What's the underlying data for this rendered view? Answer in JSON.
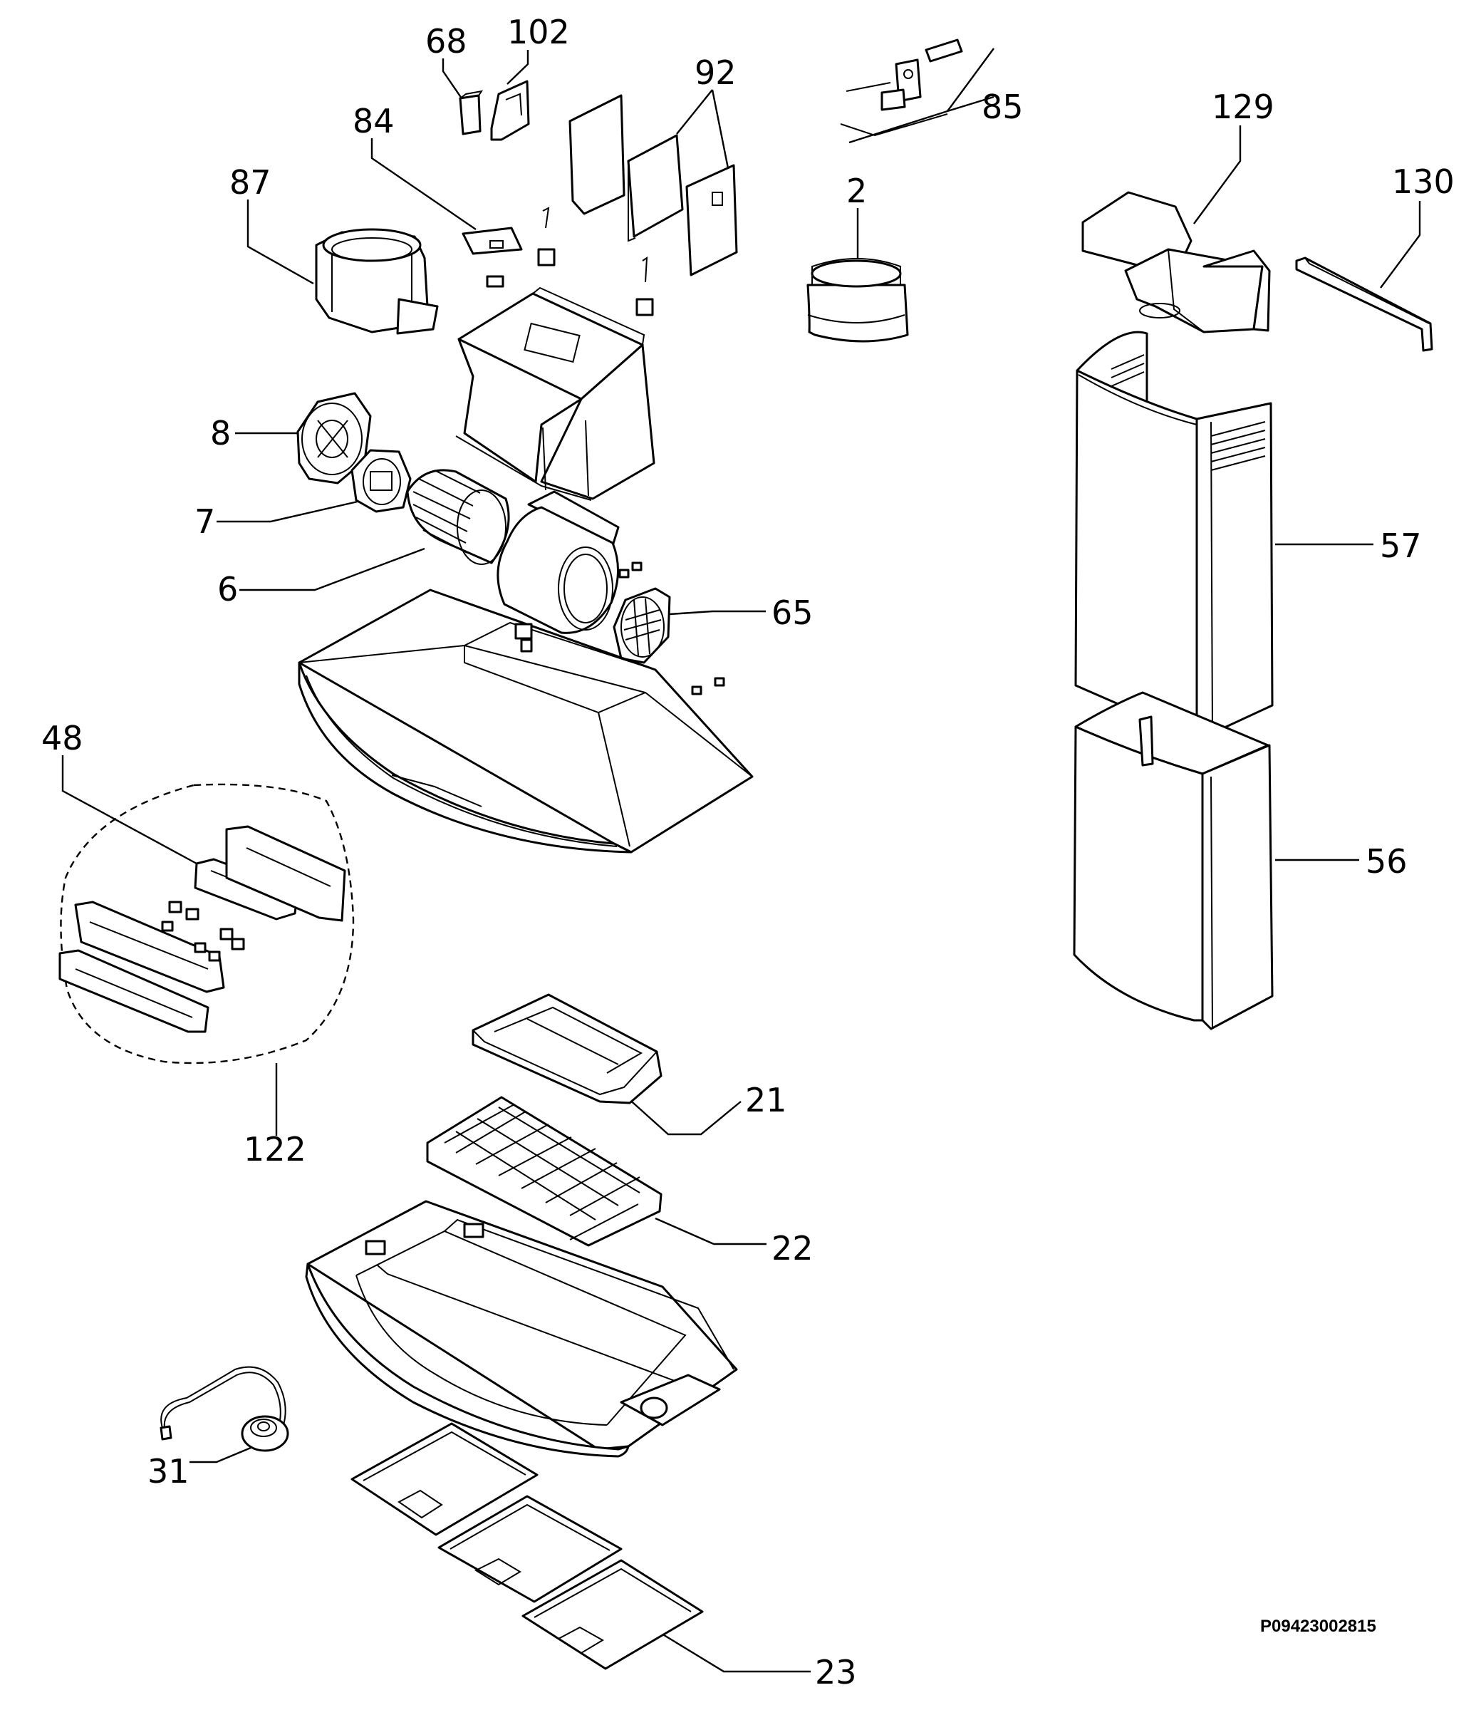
{
  "diagram": {
    "drawing_code": "P09423002815",
    "callouts": [
      {
        "id": "c68",
        "label": "68"
      },
      {
        "id": "c102",
        "label": "102"
      },
      {
        "id": "c92",
        "label": "92"
      },
      {
        "id": "c84",
        "label": "84"
      },
      {
        "id": "c85",
        "label": "85"
      },
      {
        "id": "c87",
        "label": "87"
      },
      {
        "id": "c2",
        "label": "2"
      },
      {
        "id": "c129",
        "label": "129"
      },
      {
        "id": "c130",
        "label": "130"
      },
      {
        "id": "c8",
        "label": "8"
      },
      {
        "id": "c7",
        "label": "7"
      },
      {
        "id": "c6",
        "label": "6"
      },
      {
        "id": "c65",
        "label": "65"
      },
      {
        "id": "c57",
        "label": "57"
      },
      {
        "id": "c48",
        "label": "48"
      },
      {
        "id": "c56",
        "label": "56"
      },
      {
        "id": "c122",
        "label": "122"
      },
      {
        "id": "c21",
        "label": "21"
      },
      {
        "id": "c22",
        "label": "22"
      },
      {
        "id": "c31",
        "label": "31"
      },
      {
        "id": "c23",
        "label": "23"
      }
    ]
  }
}
